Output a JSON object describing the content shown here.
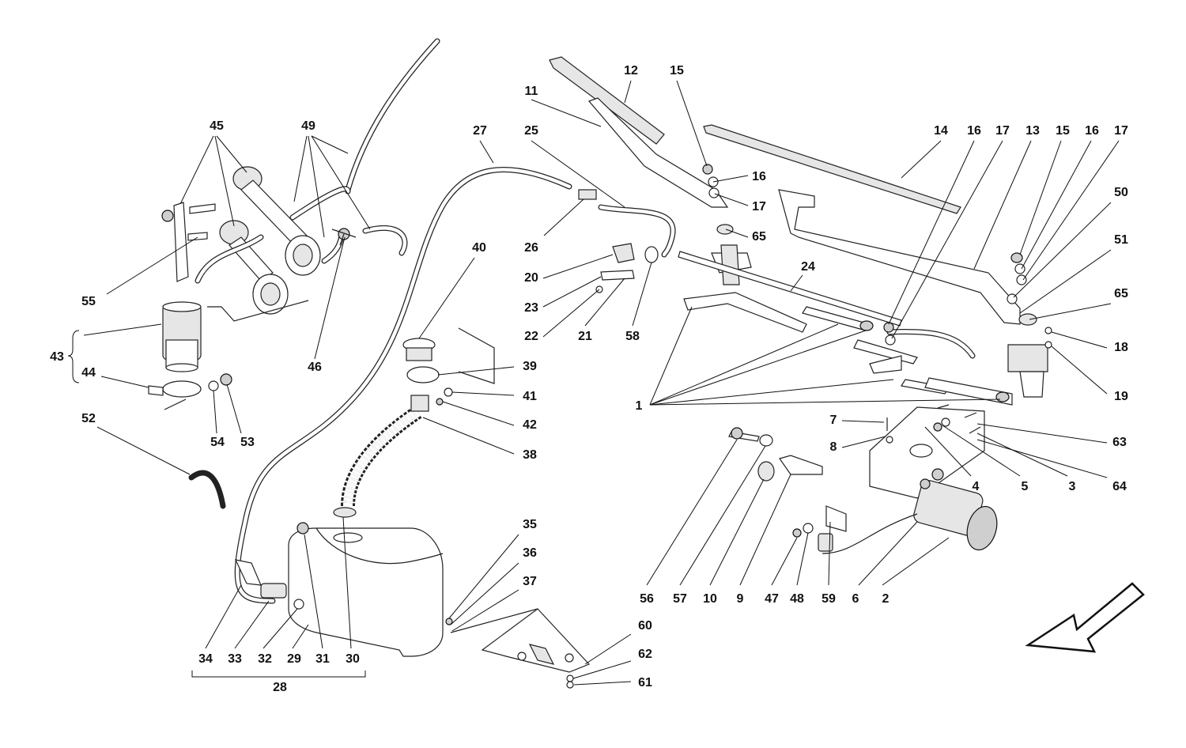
{
  "callouts": {
    "c1": "1",
    "c2": "2",
    "c3": "3",
    "c4": "4",
    "c5": "5",
    "c6": "6",
    "c7": "7",
    "c8": "8",
    "c9": "9",
    "c10": "10",
    "c11": "11",
    "c12": "12",
    "c13": "13",
    "c14": "14",
    "c15a": "15",
    "c15b": "15",
    "c16a": "16",
    "c16b": "16",
    "c16c": "16",
    "c17a": "17",
    "c17b": "17",
    "c17c": "17",
    "c18": "18",
    "c19": "19",
    "c20": "20",
    "c21": "21",
    "c22": "22",
    "c23": "23",
    "c24": "24",
    "c25": "25",
    "c26": "26",
    "c27": "27",
    "c28": "28",
    "c29": "29",
    "c30": "30",
    "c31": "31",
    "c32": "32",
    "c33": "33",
    "c34": "34",
    "c35": "35",
    "c36": "36",
    "c37": "37",
    "c38": "38",
    "c39": "39",
    "c40": "40",
    "c41": "41",
    "c42": "42",
    "c43": "43",
    "c44": "44",
    "c45": "45",
    "c46": "46",
    "c47": "47",
    "c48": "48",
    "c49": "49",
    "c50": "50",
    "c51": "51",
    "c52": "52",
    "c53": "53",
    "c54": "54",
    "c55": "55",
    "c56": "56",
    "c57": "57",
    "c58": "58",
    "c59": "59",
    "c60": "60",
    "c61": "61",
    "c62": "62",
    "c63": "63",
    "c64": "64",
    "c65a": "65",
    "c65b": "65"
  },
  "icons": {
    "direction_arrow": "front-direction-arrow-icon"
  },
  "colors": {
    "line": "#111111",
    "background": "#ffffff",
    "part_fill": "#e6e6e6"
  }
}
